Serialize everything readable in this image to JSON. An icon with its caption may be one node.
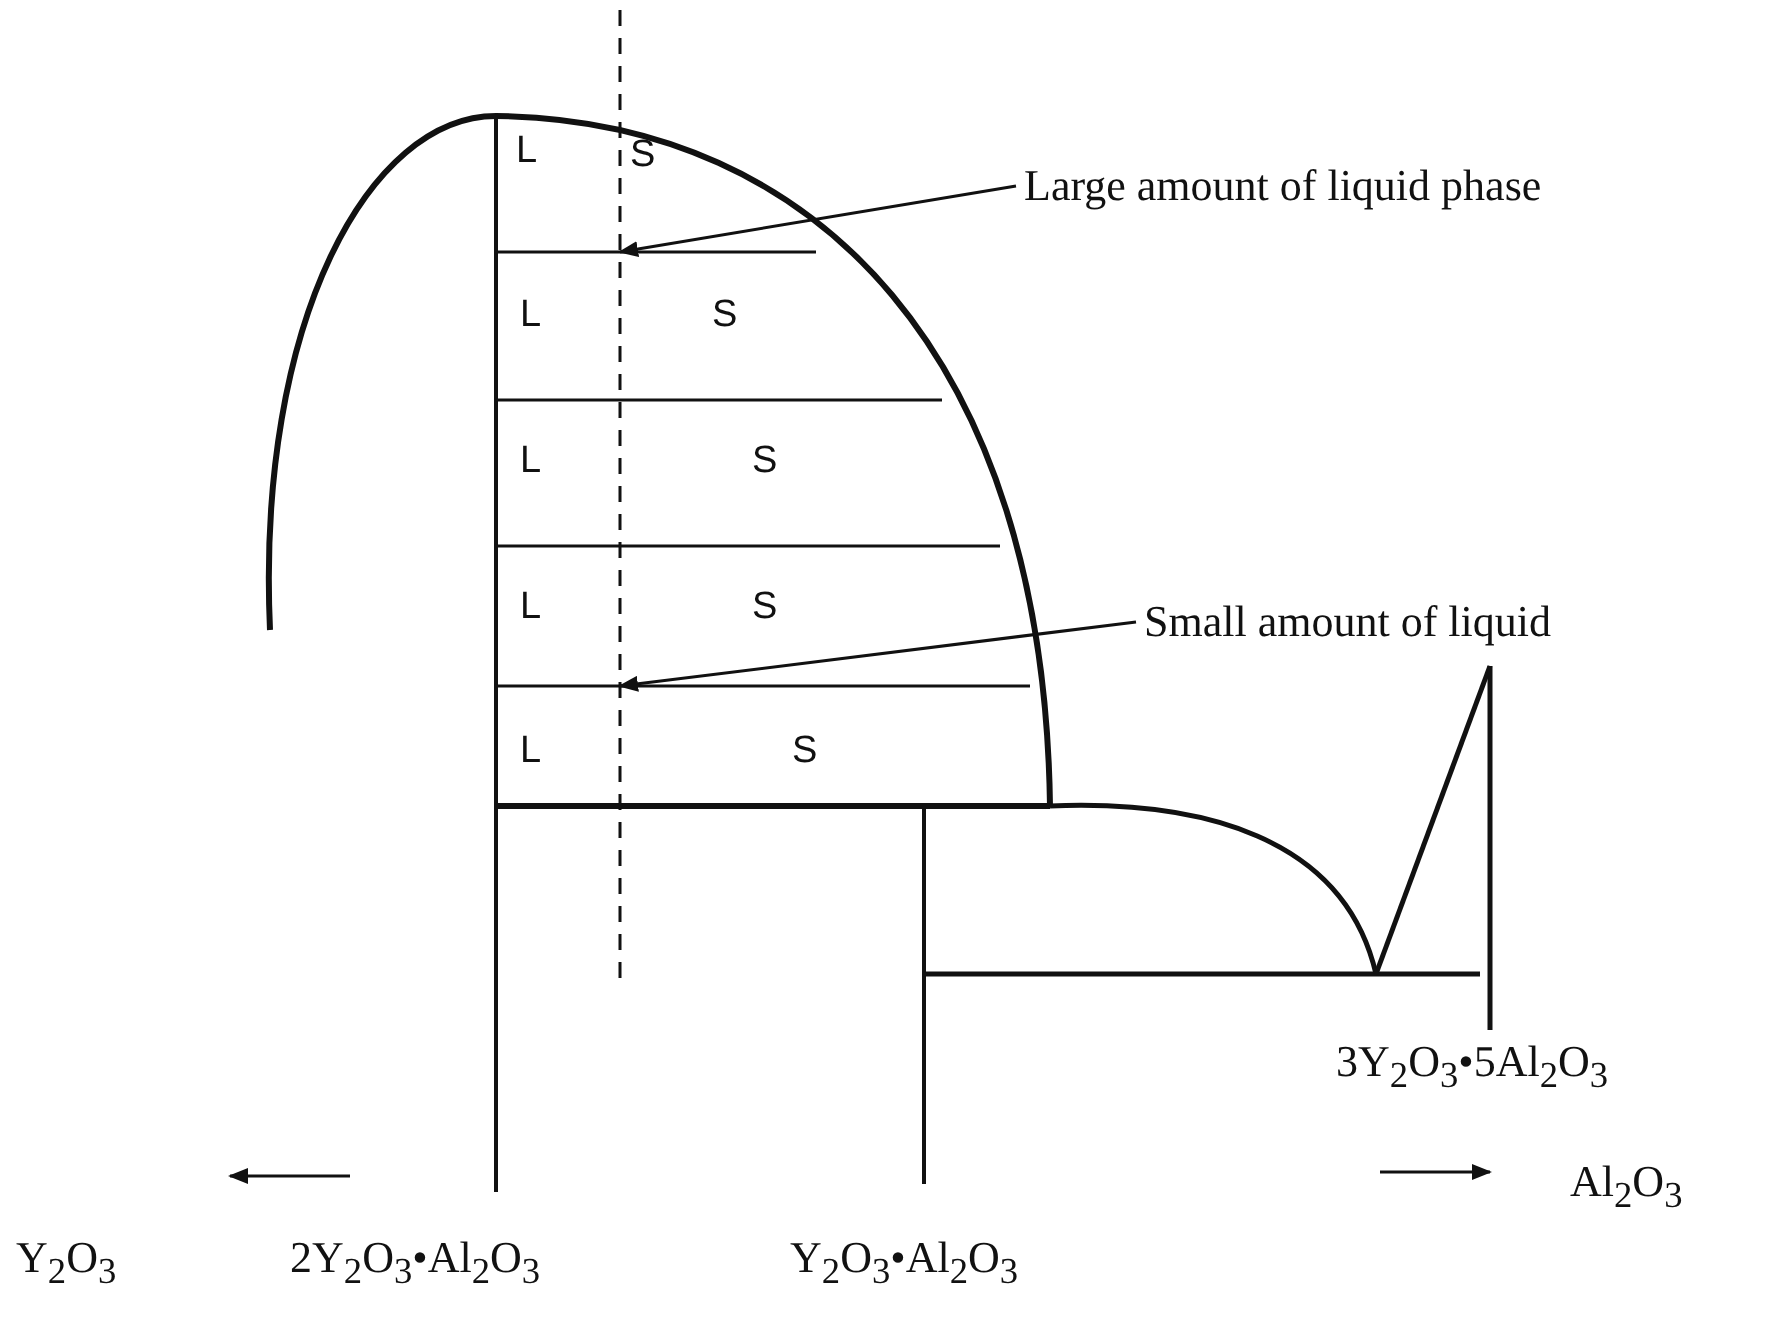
{
  "diagram": {
    "nodes": [
      {
        "text": [
          "Large amount of liquid phase"
        ]
      },
      {
        "text": [
          "Small amount of liquid"
        ]
      }
    ],
    "edges": [
      {
        "from": 0,
        "to": null,
        "arrow": "to"
      },
      {
        "from": 1,
        "to": null,
        "arrow": "to"
      }
    ],
    "labels": [
      "L",
      "S",
      "L",
      "S",
      "L",
      "S",
      "L",
      "S",
      "L",
      "S",
      "3Y$_{2}$O$_{3}$•5Al$_{2}$O$_{3}$",
      "Al$_{2}$O$_{3}$",
      "Y$_{2}$O$_{3}$",
      "2Y$_{2}$O$_{3}$•Al$_{2}$O$_{3}$",
      "Y$_{2}$O$_{3}$•Al$_{2}$O$_{3}$"
    ]
  }
}
